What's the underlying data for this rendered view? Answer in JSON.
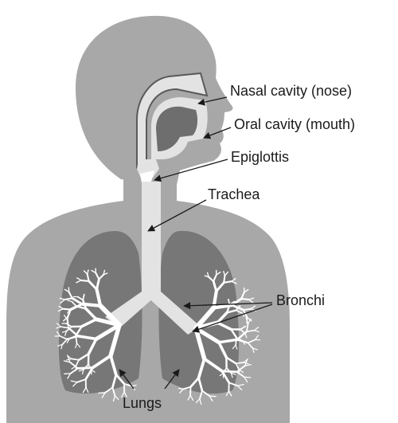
{
  "labels": {
    "nasal_cavity": "Nasal cavity (nose)",
    "oral_cavity": "Oral cavity (mouth)",
    "epiglottis": "Epiglottis",
    "trachea": "Trachea",
    "bronchi": "Bronchi",
    "lungs": "Lungs"
  },
  "colors": {
    "body": "#a8a8a8",
    "lungs": "#777777",
    "airway": "#e3e3e3",
    "oral_interior": "#6e6e6e",
    "bronchial_tree": "#ffffff",
    "text": "#1a1a1a"
  }
}
